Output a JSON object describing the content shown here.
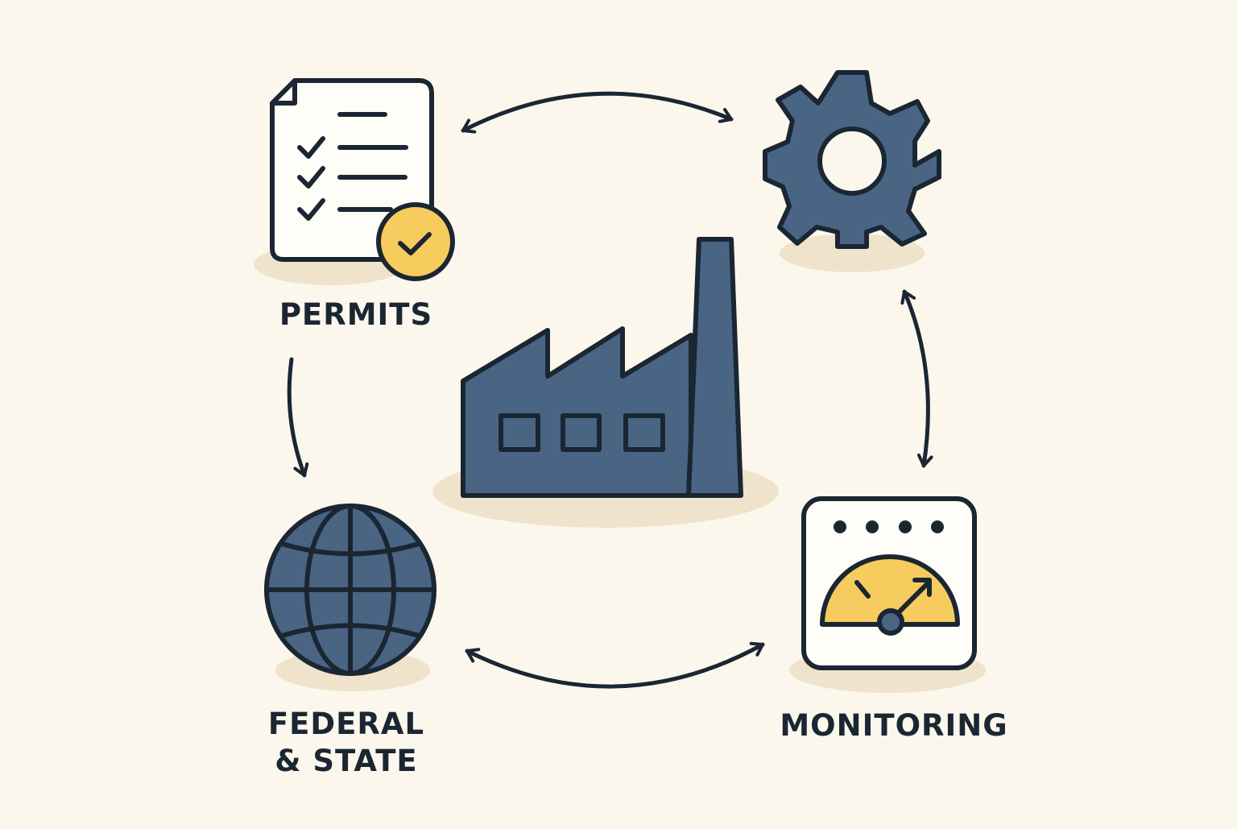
{
  "labels": {
    "permits": "PERMITS",
    "federal_line1": "FEDERAL",
    "federal_line2": "& STATE",
    "monitoring": "MONITORING"
  },
  "icons": {
    "center": "factory-icon",
    "top_left": "permit-document-icon",
    "top_right": "gear-icon",
    "bottom_left": "globe-icon",
    "bottom_right": "gauge-monitor-icon"
  },
  "colors": {
    "background": "#fcf7ec",
    "icon_fill": "#4a6584",
    "outline": "#1b2633",
    "accent": "#f7cc5e",
    "shadow": "#efe3cb"
  }
}
